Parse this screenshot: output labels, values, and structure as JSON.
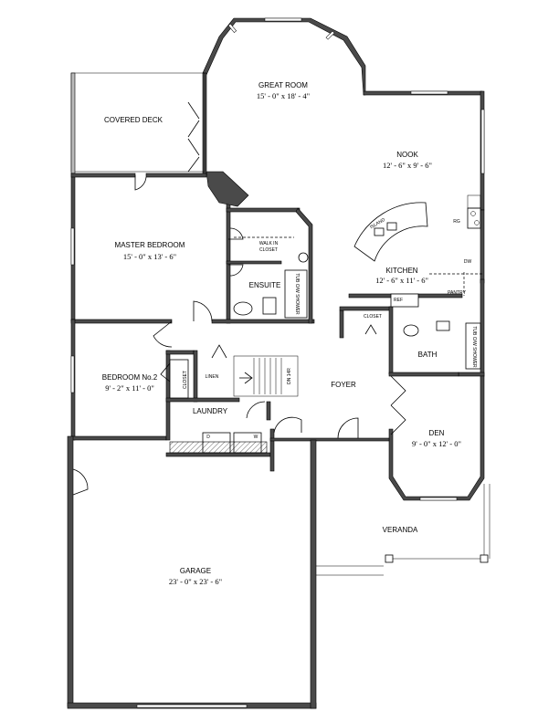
{
  "rooms": {
    "great_room": {
      "name": "GREAT ROOM",
      "dims": "15' - 0\" x 18' - 4\""
    },
    "covered_deck": {
      "name": "COVERED DECK"
    },
    "nook": {
      "name": "NOOK",
      "dims": "12' - 6\" x 9' - 6\""
    },
    "master_bedroom": {
      "name": "MASTER BEDROOM",
      "dims": "15' - 0\" x 13' - 6\""
    },
    "walk_in_closet": {
      "line1": "WALK IN",
      "line2": "CLOSET"
    },
    "ensuite": {
      "name": "ENSUITE"
    },
    "kitchen": {
      "name": "KITCHEN",
      "dims": "12' - 6\" x 11' - 6\""
    },
    "bedroom2": {
      "name": "BEDROOM No.2",
      "dims": "9' - 2\" x 11' - 0\""
    },
    "linen": {
      "name": "LINEN"
    },
    "laundry": {
      "name": "LAUNDRY"
    },
    "foyer": {
      "name": "FOYER"
    },
    "bath": {
      "name": "BATH"
    },
    "den": {
      "name": "DEN",
      "dims": "9' - 0\" x 12' - 0\""
    },
    "veranda": {
      "name": "VERANDA"
    },
    "garage": {
      "name": "GARAGE",
      "dims": "23' - 0\" x 23' - 6\""
    }
  },
  "fixtures": {
    "island": "ISLAND",
    "rg": "RG",
    "dw": "DW",
    "pantry": "PANTRY",
    "ref": "REF",
    "closet": "CLOSET",
    "tub_shower": "TUB O/W SHOWER",
    "dn_stairs": "DN 14R",
    "d": "D",
    "w": "W"
  }
}
